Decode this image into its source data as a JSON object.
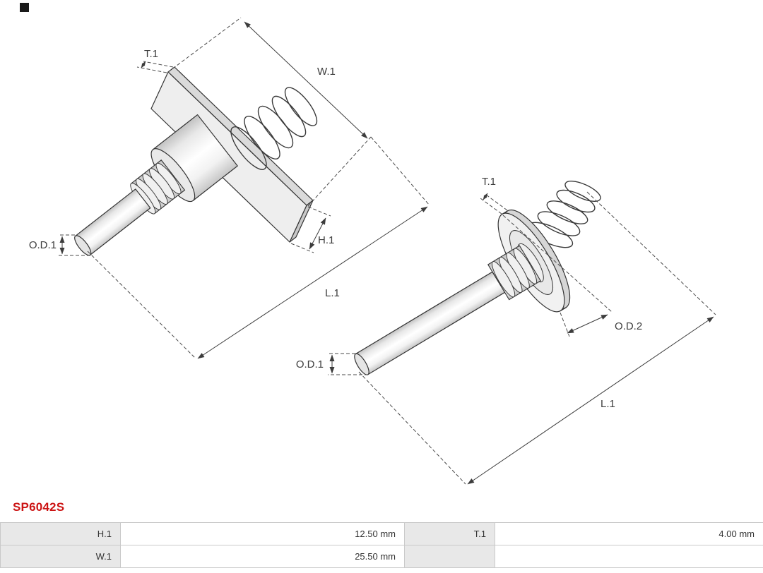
{
  "branding": {
    "logo_color": "#1a1a1a"
  },
  "part": {
    "number": "SP6042S",
    "number_color": "#cc1414"
  },
  "diagram": {
    "left": {
      "t1": "T.1",
      "w1": "W.1",
      "h1": "H.1",
      "l1": "L.1",
      "od1": "O.D.1"
    },
    "right": {
      "t1": "T.1",
      "od2": "O.D.2",
      "od1": "O.D.1",
      "l1": "L.1"
    }
  },
  "table": {
    "rows": [
      {
        "p1": "H.1",
        "v1": "12.50 mm",
        "p2": "T.1",
        "v2": "4.00 mm"
      },
      {
        "p1": "W.1",
        "v1": "25.50 mm",
        "p2": "",
        "v2": ""
      }
    ]
  }
}
